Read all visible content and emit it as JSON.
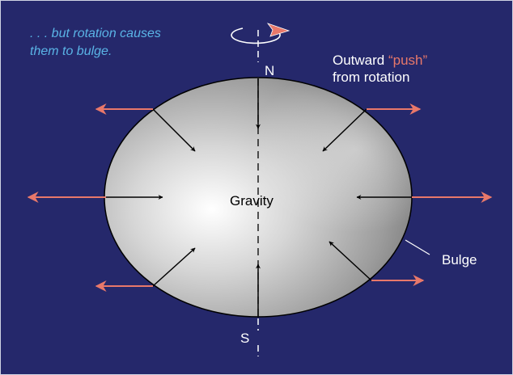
{
  "caption": {
    "line1": ". . . but rotation causes",
    "line2": "them to bulge."
  },
  "labels": {
    "north": "N",
    "south": "S",
    "gravity": "Gravity",
    "bulge": "Bulge",
    "outward_prefix": "Outward ",
    "outward_push": "“push”",
    "outward_line2": "from rotation"
  },
  "colors": {
    "background": "#25286b",
    "caption": "#5ab4e6",
    "outward_arrow": "#e8786a",
    "gravity_arrow": "#000000",
    "axis": "#ffffff"
  },
  "icons": [
    "rotation-arrow-icon"
  ]
}
